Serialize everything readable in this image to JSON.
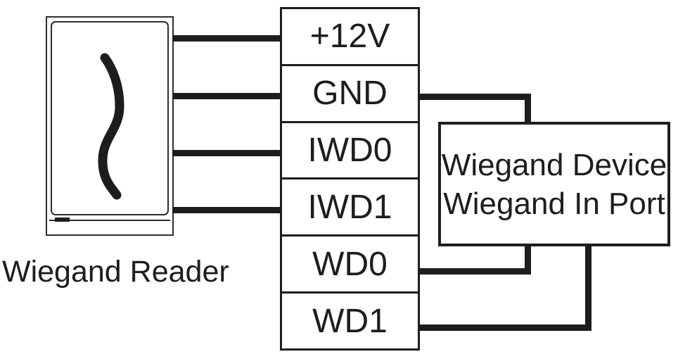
{
  "colors": {
    "ink": "#1d1d1b",
    "thin_line": "#2e2e2c",
    "background": "#ffffff"
  },
  "reader": {
    "label": "Wiegand Reader",
    "icon": "card-swipe-wave-icon"
  },
  "terminal": {
    "rows": [
      "+12V",
      "GND",
      "IWD0",
      "IWD1",
      "WD0",
      "WD1"
    ]
  },
  "device": {
    "line1": "Wiegand Device",
    "line2": "Wiegand In Port"
  },
  "wires": {
    "reader_to_terminal": [
      "+12V",
      "GND",
      "IWD0",
      "IWD1"
    ],
    "terminal_to_device": [
      "GND",
      "WD0",
      "WD1"
    ]
  }
}
